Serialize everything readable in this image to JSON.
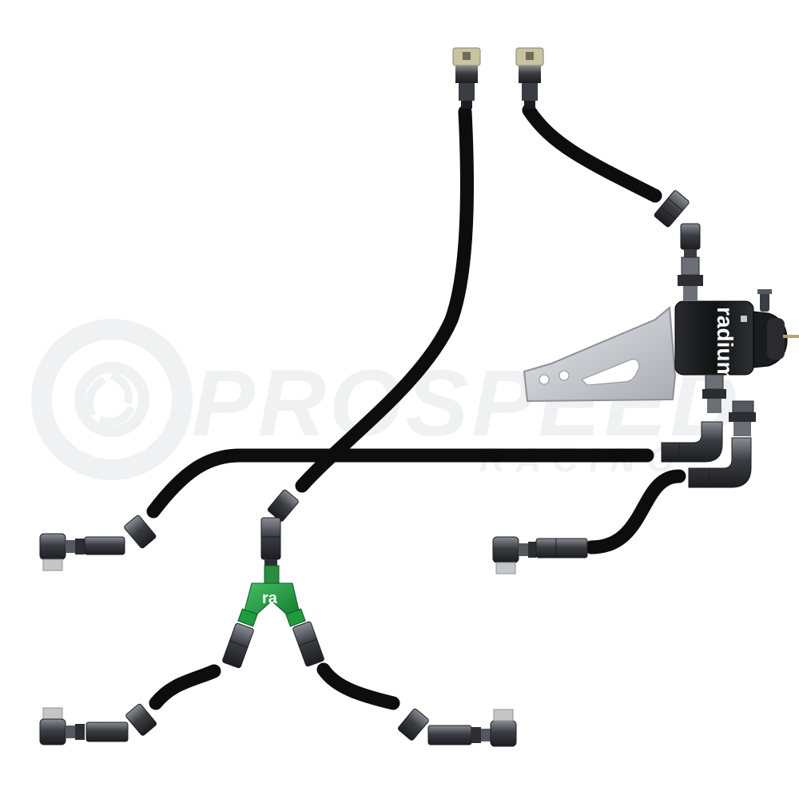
{
  "watermark": {
    "brand": "PROSPEED",
    "sub": "RACING"
  },
  "regulator": {
    "logo": "radium"
  },
  "y_block": {
    "logo": "ra"
  },
  "colors": {
    "hose": "#0d0d0d",
    "fitting_dark": "#2b2d31",
    "fitting_mid": "#55595f",
    "anodized_green": "#1f9a3c",
    "bracket": "#c9ccd0",
    "brass": "#c8c3a0",
    "watermark": "#f1f2f3"
  }
}
